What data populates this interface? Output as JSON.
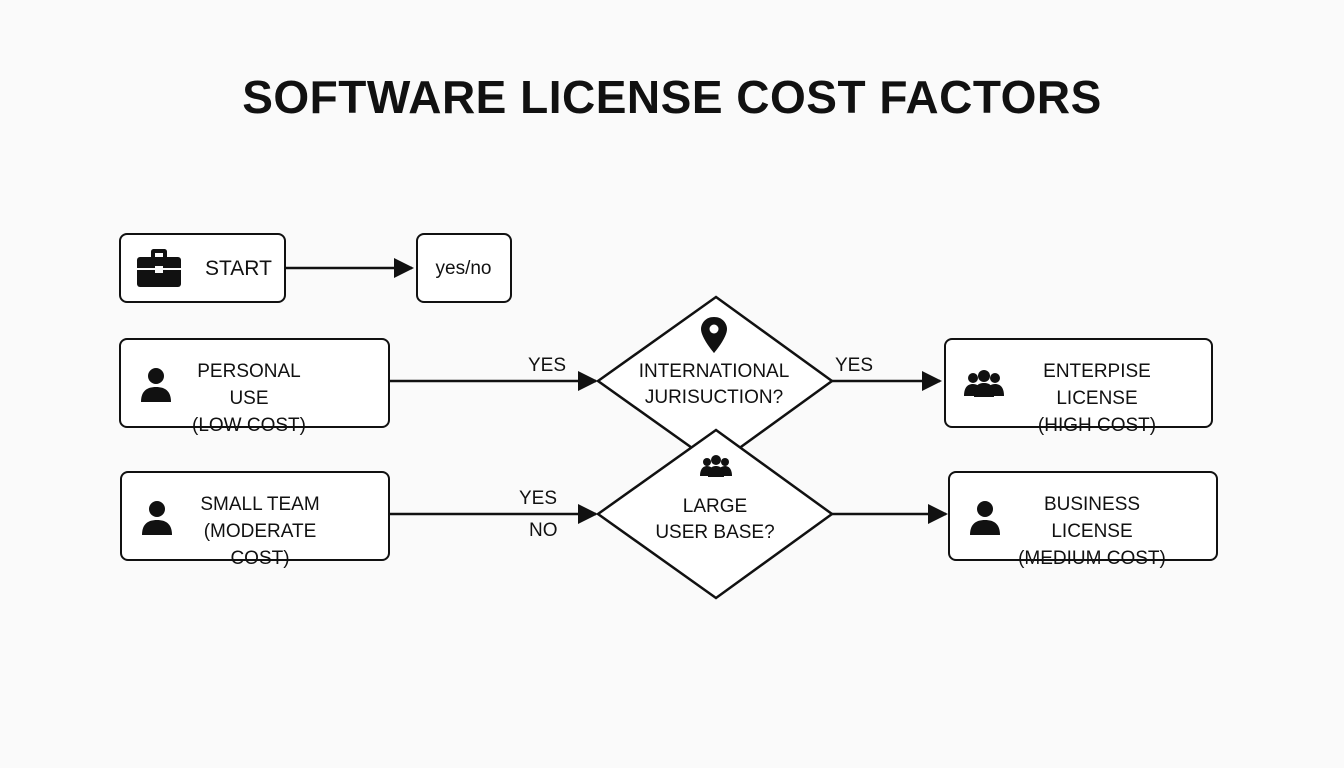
{
  "title": "SOFTWARE LICENSE COST FACTORS",
  "nodes": {
    "start": {
      "label": "START",
      "icon": "briefcase-icon"
    },
    "yesno": {
      "label": "yes/no"
    },
    "personal": {
      "line1": "PERSONAL USE",
      "line2": "(LOW COST)",
      "icon": "person-icon"
    },
    "small_team": {
      "line1": "SMALL TEAM",
      "line2": "(MODERATE COST)",
      "icon": "person-icon"
    },
    "international": {
      "line1": "INTERNATIONAL",
      "line2": "JURISUCTION?",
      "icon": "location-pin-icon"
    },
    "large_user": {
      "line1": "LARGE",
      "line2": "USER BASE?",
      "icon": "group-icon"
    },
    "enterprise": {
      "line1": "ENTERPISE LICENSE",
      "line2": "(HIGH COST)",
      "icon": "group-icon"
    },
    "business": {
      "line1": "BUSINESS LICENSE",
      "line2": "(MEDIUM COST)",
      "icon": "person-icon"
    }
  },
  "edge_labels": {
    "personal_to_international": "YES",
    "international_to_enterprise": "YES",
    "small_team_to_large_yes": "YES",
    "small_team_to_large_no": "NO"
  }
}
